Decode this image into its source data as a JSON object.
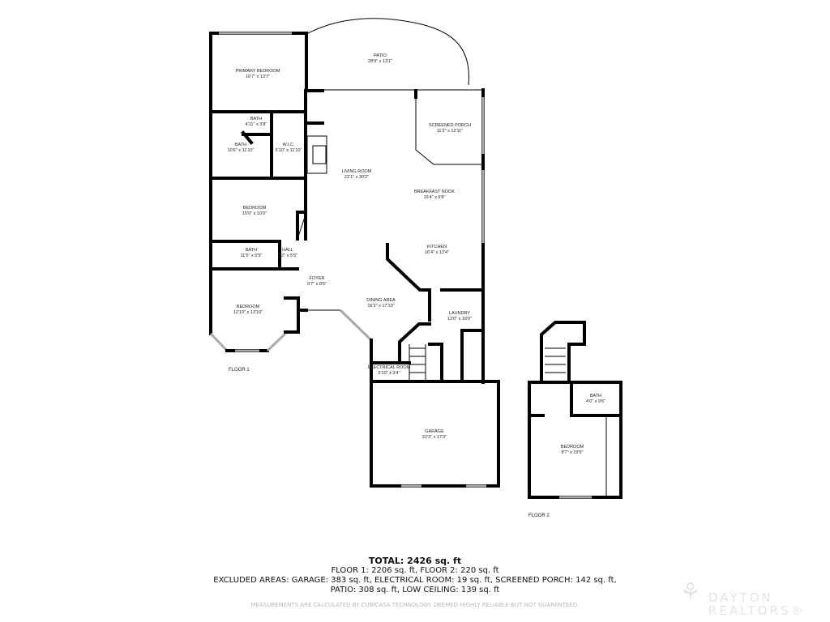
{
  "floors": [
    {
      "label": "FLOOR 1",
      "rooms": [
        {
          "name": "PATIO",
          "dims": "28'9\" x 13'1\""
        },
        {
          "name": "PRIMARY BEDROOM",
          "dims": "16'7\" x 13'7\""
        },
        {
          "name": "BATH",
          "dims": "4'11\" x 3'8\""
        },
        {
          "name": "BATH",
          "dims": "10'6\" x 11'10\""
        },
        {
          "name": "W.I.C.",
          "dims": "5'10\" x 11'10\""
        },
        {
          "name": "SCREENED PORCH",
          "dims": "11'2\" x 12'11\""
        },
        {
          "name": "LIVING ROOM",
          "dims": "22'1\" x 30'2\""
        },
        {
          "name": "BREAKFAST NOOK",
          "dims": "16'4\" x 9'8\""
        },
        {
          "name": "BEDROOM",
          "dims": "15'0\" x 10'0\""
        },
        {
          "name": "KITCHEN",
          "dims": "16'4\" x 12'4\""
        },
        {
          "name": "BATH",
          "dims": "11'5\" x 5'5\""
        },
        {
          "name": "HALL",
          "dims": "5'2\" x 5'5\""
        },
        {
          "name": "FOYER",
          "dims": "9'7\" x 8'6\""
        },
        {
          "name": "BEDROOM",
          "dims": "12'10\" x 13'10\""
        },
        {
          "name": "DINING AREA",
          "dims": "16'2\" x 17'10\""
        },
        {
          "name": "LAUNDRY",
          "dims": "12'0\" x 16'0\""
        },
        {
          "name": "ELECTRICAL ROOM",
          "dims": "5'10\" x 3'4\""
        },
        {
          "name": "GARAGE",
          "dims": "22'3\" x 17'3\""
        }
      ]
    },
    {
      "label": "FLOOR 2",
      "rooms": [
        {
          "name": "BATH",
          "dims": "4'6\" x 9'6\""
        },
        {
          "name": "BEDROOM",
          "dims": "8'7\" x 19'9\""
        }
      ]
    }
  ],
  "summary": {
    "total": "TOTAL: 2426 sq. ft",
    "floors": "FLOOR 1: 2206 sq. ft, FLOOR 2: 220 sq. ft",
    "excluded_1": "EXCLUDED AREAS: GARAGE: 383 sq. ft, ELECTRICAL ROOM: 19 sq. ft, SCREENED PORCH: 142 sq. ft,",
    "excluded_2": "PATIO: 308 sq. ft, LOW CEILING: 139 sq. ft",
    "disclaimer": "MEASUREMENTS ARE CALCULATED BY CUBICASA TECHNOLOGY. DEEMED HIGHLY RELIABLE BUT NOT GUARANTEED."
  },
  "logo": {
    "line1": "DAYTON",
    "line2": "REALTORS®"
  }
}
